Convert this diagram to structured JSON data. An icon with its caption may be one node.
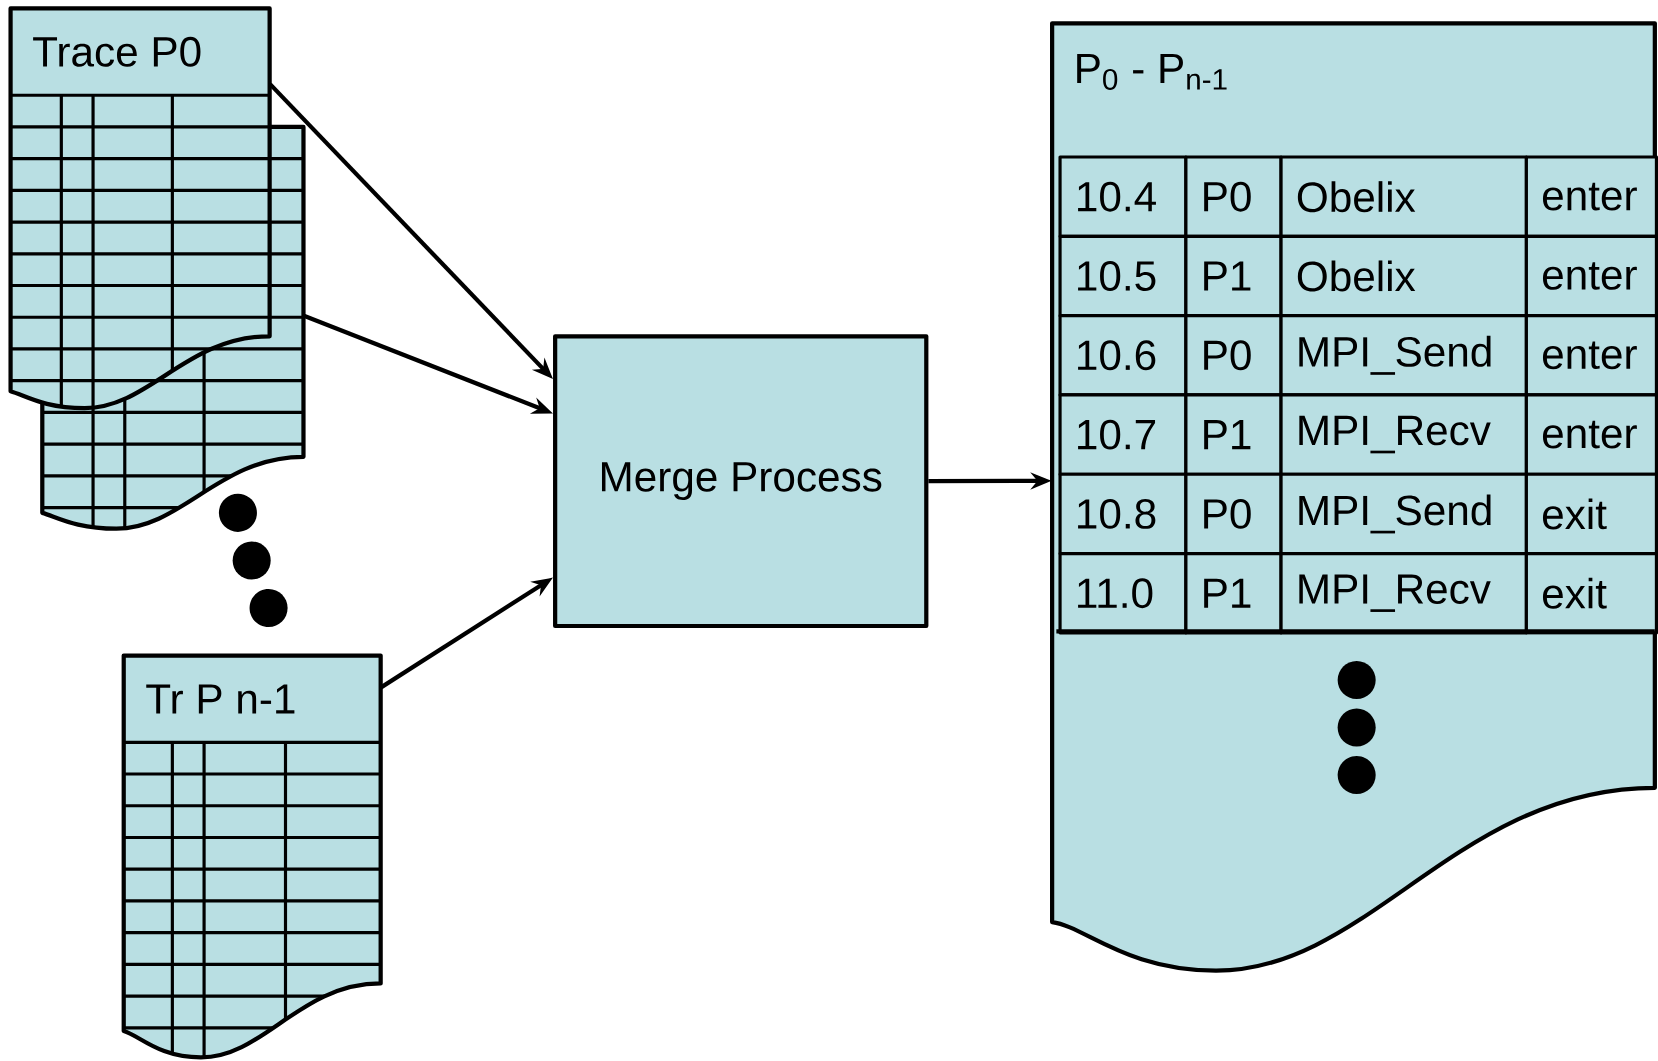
{
  "diagram": {
    "nodes": [
      {
        "text": [
          "Trace P0"
        ]
      },
      {
        "text": [],
        "shape": "document"
      },
      {
        "text": [
          "Tr P n-1"
        ]
      },
      {
        "text": [
          "Merge Process"
        ]
      },
      {
        "text": [
          "P$_{0}$ - P$_{n-1}$"
        ]
      }
    ],
    "edges": [
      {
        "from": 0,
        "to": 3,
        "arrow": "to"
      },
      {
        "from": 1,
        "to": 3,
        "arrow": "to"
      },
      {
        "from": 2,
        "to": 3,
        "arrow": "to"
      },
      {
        "from": 3,
        "to": 4,
        "arrow": "to"
      }
    ],
    "labels": [
      "10.4",
      "P0",
      "Obelix",
      "enter",
      "10.5",
      "P1",
      "Obelix",
      "enter",
      "10.6",
      "P0",
      "MPI_Send",
      "enter",
      "10.7",
      "P1",
      "MPI_Recv",
      "enter",
      "10.8",
      "P0",
      "MPI_Send",
      "exit",
      "11.0",
      "P1",
      "MPI_Recv",
      "exit"
    ]
  }
}
